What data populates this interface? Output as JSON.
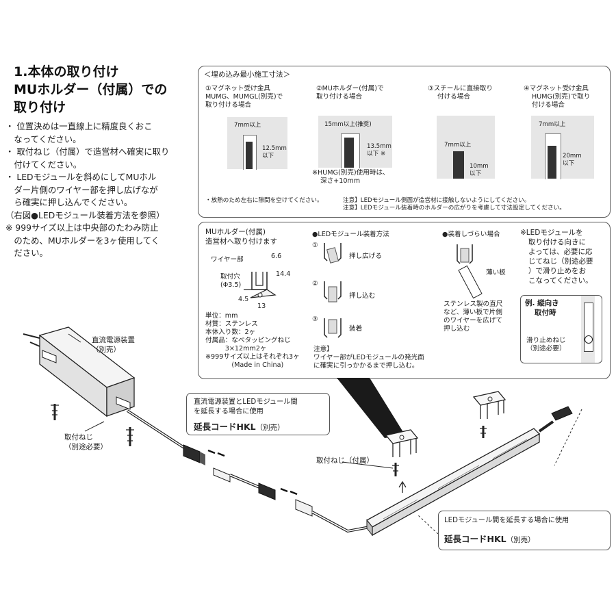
{
  "title": [
    "1.本体の取り付け",
    "MUホルダー（付属）での",
    "取り付け"
  ],
  "bullets": [
    "・ 位置決めは一直線上に精度良くおこ",
    "　なってください。",
    "・ 取付ねじ（付属）で造営材へ確実に取り",
    "　付けてください。",
    "・ LEDモジュールを斜めにしてMUホル",
    "　ダー片側のワイヤー部を押し広げなが",
    "　ら確実に押し込んでください。",
    "（右図●LEDモジュール装着方法を参照）",
    "※ 999サイズ以上は中央部のたわみ防止",
    "　のため、MUホルダーを3ヶ使用してく",
    "　ださい。"
  ],
  "min_dims": {
    "heading": "＜埋め込み最小施工寸法＞",
    "case1": {
      "title": [
        "①マグネット受け金具",
        "MUMG、MUMGL(別売)で",
        "取り付ける場合"
      ],
      "width": "7mm以上",
      "depth": [
        "12.5mm",
        "以下"
      ]
    },
    "case2": {
      "title": [
        "②MUホルダー(付属)で",
        "取り付ける場合"
      ],
      "width": "15mm以上(推奨)",
      "depth": [
        "13.5mm",
        "以下"
      ],
      "mark": "※",
      "note": [
        "※HUMG(別売)使用時は、",
        "深さ+10mm"
      ]
    },
    "case3": {
      "title": [
        "③スチールに直接取り",
        "付ける場合"
      ],
      "width": "7mm以上",
      "depth": [
        "10mm",
        "以下"
      ]
    },
    "case4": {
      "title": [
        "④マグネット受け金具",
        "HUMG(別売)で取り",
        "付ける場合"
      ],
      "width": "7mm以上",
      "depth": [
        "20mm",
        "以下"
      ]
    },
    "note_left": "・放熱のため左右に隙間を空けてください。",
    "notes_right": [
      "注意】LEDモジュール側面が造営材に接触しないようにしてください。",
      "注意】LEDモジュール装着時のホルダーの広がりを考慮して寸法設定してください。"
    ]
  },
  "holder": {
    "title": [
      "MUホルダー(付属)",
      "造営材へ取り付けます"
    ],
    "wire_label": "ワイヤー部",
    "hole_label": [
      "取付穴",
      "(Φ3.5)"
    ],
    "dims": [
      "6.6",
      "14.4",
      "4.5",
      "13"
    ],
    "specs": [
      "単位：mm",
      "材質：ステンレス",
      "本体入り数：2ヶ",
      "付属品：なべタッピングねじ",
      "　　　3×12mm2ヶ",
      "※999サイズ以上はそれぞれ3ヶ",
      "　　　　(Made in China)"
    ]
  },
  "mount": {
    "title": "●LEDモジュール装着方法",
    "steps": [
      {
        "num": "①",
        "label": "押し広げる"
      },
      {
        "num": "②",
        "label": "押し込む"
      },
      {
        "num": "③",
        "label": "装着"
      }
    ],
    "note": [
      "注意】",
      "ワイヤー部がLEDモジュールの発光面",
      "に確実に引っかかるまで押し込む。"
    ]
  },
  "hard": {
    "title": "●装着しづらい場合",
    "plate": "薄い板",
    "desc": [
      "ステンレス製の直尺",
      "など、薄い板で片側",
      "のワイヤーを広げて",
      "押し込む"
    ]
  },
  "direction": {
    "text": [
      "※LEDモジュールを",
      "取り付ける向きに",
      "よっては、必要に応",
      "じてねじ（別途必要",
      "）で滑り止めをお",
      "こなってください。"
    ],
    "example": [
      "例. 縦向き",
      "取付時"
    ],
    "screw": [
      "滑り止めねじ",
      "（別途必要）"
    ]
  },
  "main": {
    "psu": [
      "直流電源装置",
      "（別売）"
    ],
    "psu_screw": [
      "取付ねじ",
      "（別途必要）"
    ],
    "ext_top": [
      "直流電源装置とLEDモジュール間",
      "を延長する場合に使用"
    ],
    "ext_top_bold": "延長コードHKL",
    "ext_top_suffix": "（別売）",
    "holder_screw": "取付ねじ（付属）",
    "ext_bottom": "LEDモジュール間を延長する場合に使用",
    "ext_bottom_bold": "延長コードHKL",
    "ext_bottom_suffix": "（別売）"
  }
}
